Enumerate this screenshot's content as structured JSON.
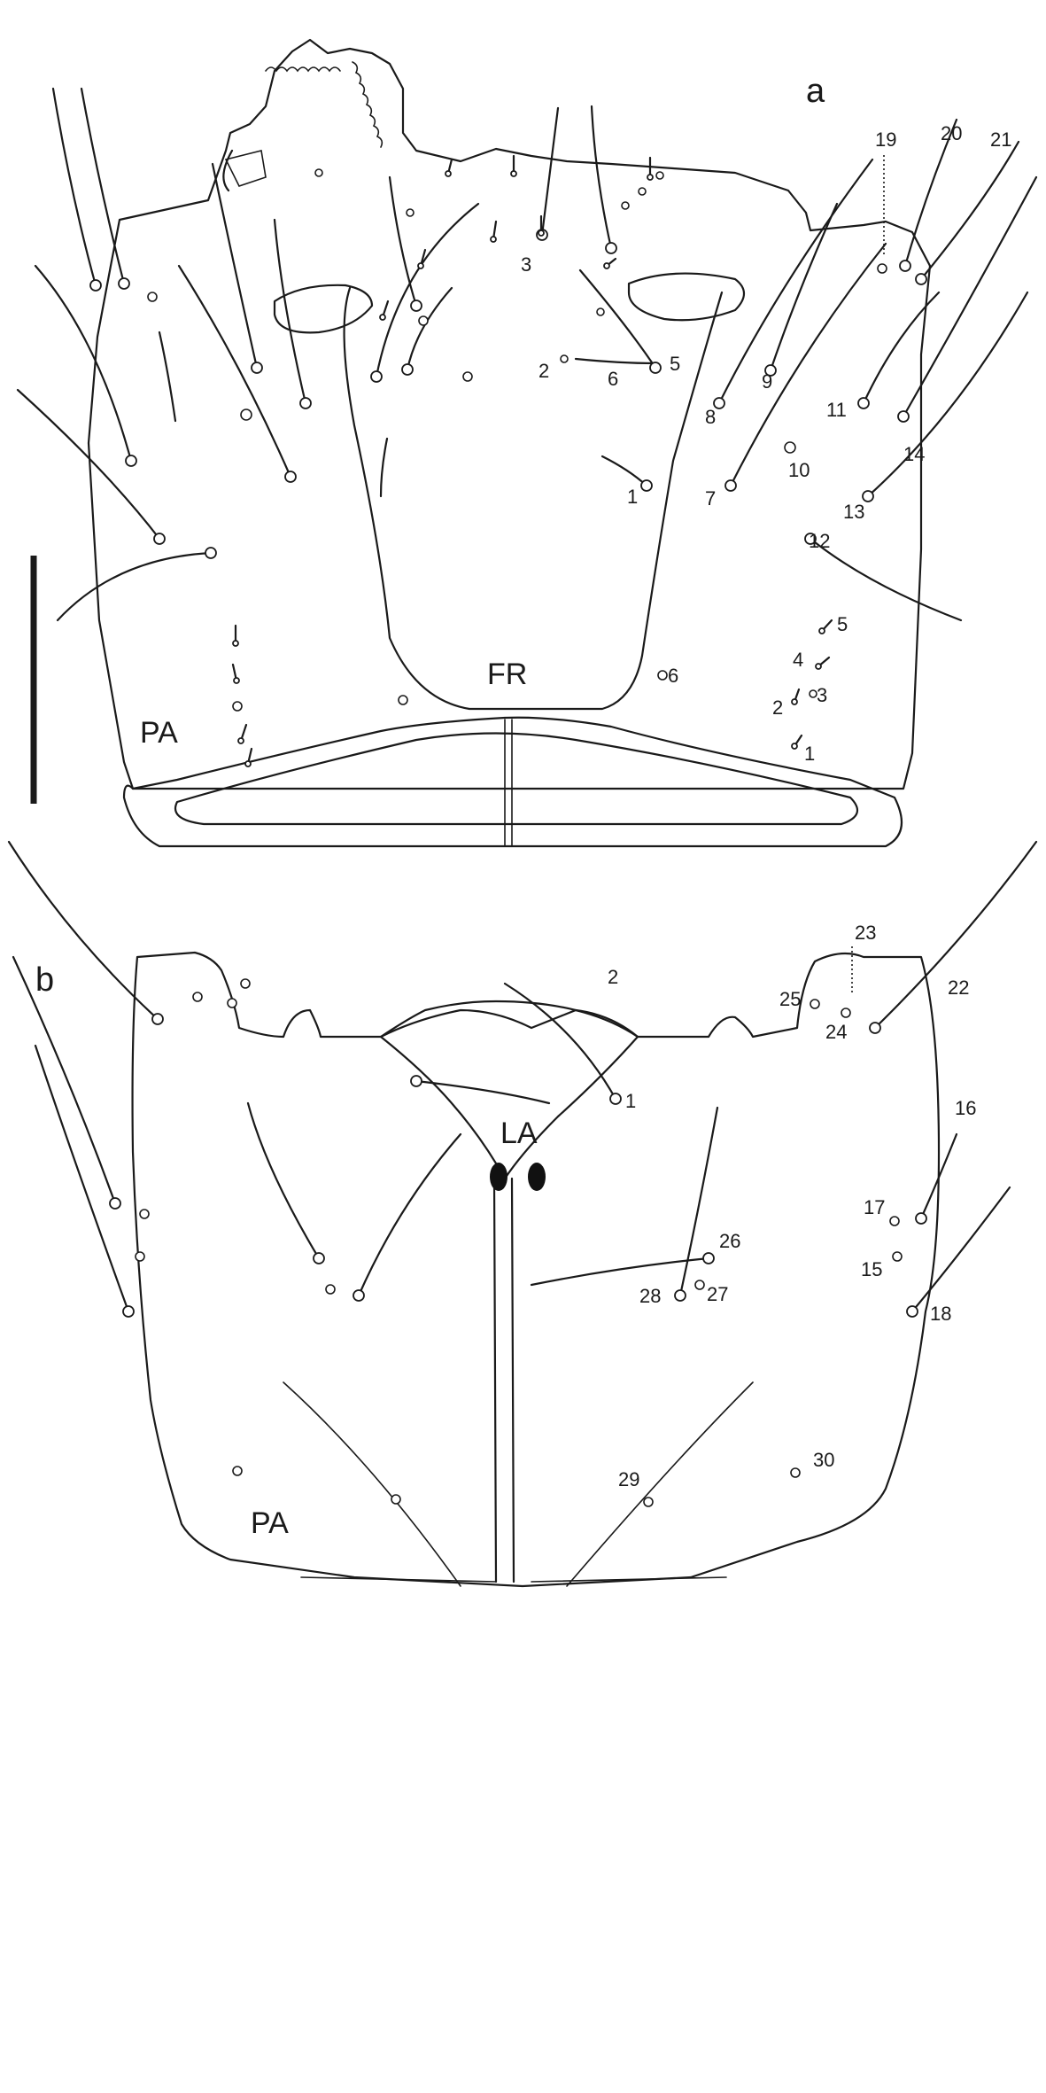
{
  "figure": {
    "panel_a": {
      "letter": "a",
      "regions": {
        "frons": "FR",
        "parietal": "PA"
      },
      "setae_labels": [
        "1",
        "2",
        "3",
        "5",
        "6",
        "7",
        "8",
        "9",
        "10",
        "11",
        "12",
        "13",
        "14",
        "19",
        "20",
        "21"
      ],
      "small_setae_labels": [
        "1",
        "2",
        "3",
        "4",
        "5",
        "6"
      ]
    },
    "panel_b": {
      "letter": "b",
      "regions": {
        "labium": "LA",
        "parietal": "PA"
      },
      "setae_labels": [
        "1",
        "2",
        "15",
        "16",
        "17",
        "18",
        "22",
        "23",
        "24",
        "25",
        "26",
        "27",
        "28",
        "29",
        "30"
      ]
    },
    "scale_bar": {
      "present": true
    }
  }
}
